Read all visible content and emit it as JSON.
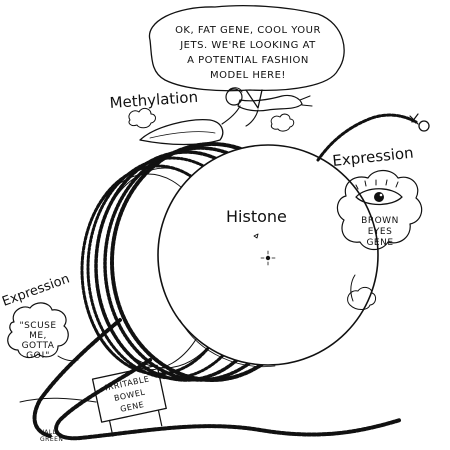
{
  "speech_bubble": {
    "line1": "OK, FAT GENE, COOL YOUR",
    "line2": "JETS. WE'RE LOOKING AT",
    "line3": "A POTENTIAL FASHION",
    "line4": "MODEL HERE!"
  },
  "labels": {
    "methylation": "Methylation",
    "histone": "Histone",
    "expression_right": "Expression",
    "expression_left": "Expression"
  },
  "brown_eyes_cloud": {
    "line1": "BROWN",
    "line2": "EYES",
    "line3": "GENE"
  },
  "scuse_cloud": {
    "line1": "\"SCUSE",
    "line2": "ME,",
    "line3": "GOTTA",
    "line4": "GO!\""
  },
  "irritable_sign": {
    "line1": "IRRITABLE",
    "line2": "BOWEL",
    "line3": "GENE"
  },
  "signature": {
    "line1": "VALL",
    "line2": "GREEN"
  }
}
